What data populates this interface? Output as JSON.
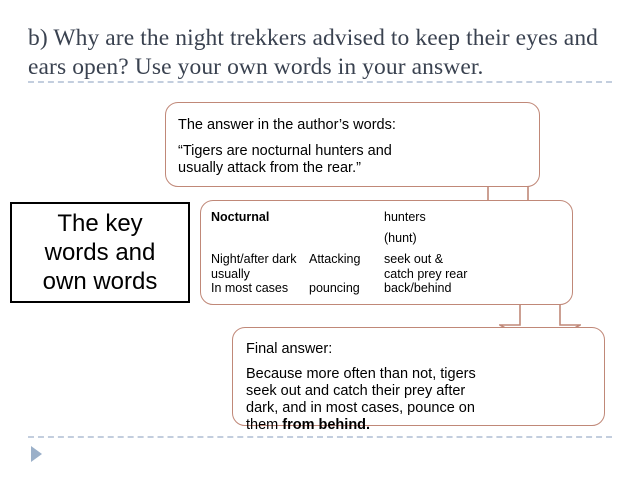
{
  "slide": {
    "title": "b) Why are the night trekkers advised to keep their eyes and ears open? Use your own words in your answer."
  },
  "author_box": {
    "lead": "The answer in the author’s words:",
    "quote_line1": "“Tigers are nocturnal hunters and",
    "quote_line2": "usually attack from the rear.”"
  },
  "key_words_box": {
    "line1": "The key",
    "line2": "words and",
    "line3": "own words"
  },
  "word_table": {
    "rows": [
      {
        "c1": "Nocturnal",
        "c2": "",
        "c3": "hunters",
        "bold1": true
      },
      {
        "c1": "",
        "c2": "",
        "c3": "(hunt)",
        "bold1": false
      },
      {
        "c1": "Night/after dark usually",
        "c2": "Attacking",
        "c3": "seek out & catch prey rear",
        "bold1": false
      },
      {
        "c1": "In most cases",
        "c2": "pouncing",
        "c3": "back/behind",
        "bold1": false
      }
    ],
    "r1c1": "Nocturnal",
    "r1c2": "",
    "r1c3": "hunters",
    "r2c1": "",
    "r2c2": "",
    "r2c3": "(hunt)",
    "r3c1a": "Night/after dark",
    "r3c1b": "usually",
    "r3c2": "Attacking",
    "r3c3a": "seek out &",
    "r3c3b": "catch prey rear",
    "r4c1": "In most cases",
    "r4c2": "pouncing",
    "r4c3": "back/behind"
  },
  "final_box": {
    "lead": "Final answer:",
    "line1": "Because more often than not, tigers",
    "line2": "seek out and catch their prey after",
    "line3": "dark, and in most cases, pounce on",
    "line4_plain": "them ",
    "line4_bold": "from behind."
  },
  "colors": {
    "callout_border": "#c08878",
    "arrow_stroke": "#c08878",
    "title_text": "#3a4250",
    "divider": "#c3cede",
    "footer_triangle": "#9bb0c9",
    "keybox_border": "#000000"
  }
}
